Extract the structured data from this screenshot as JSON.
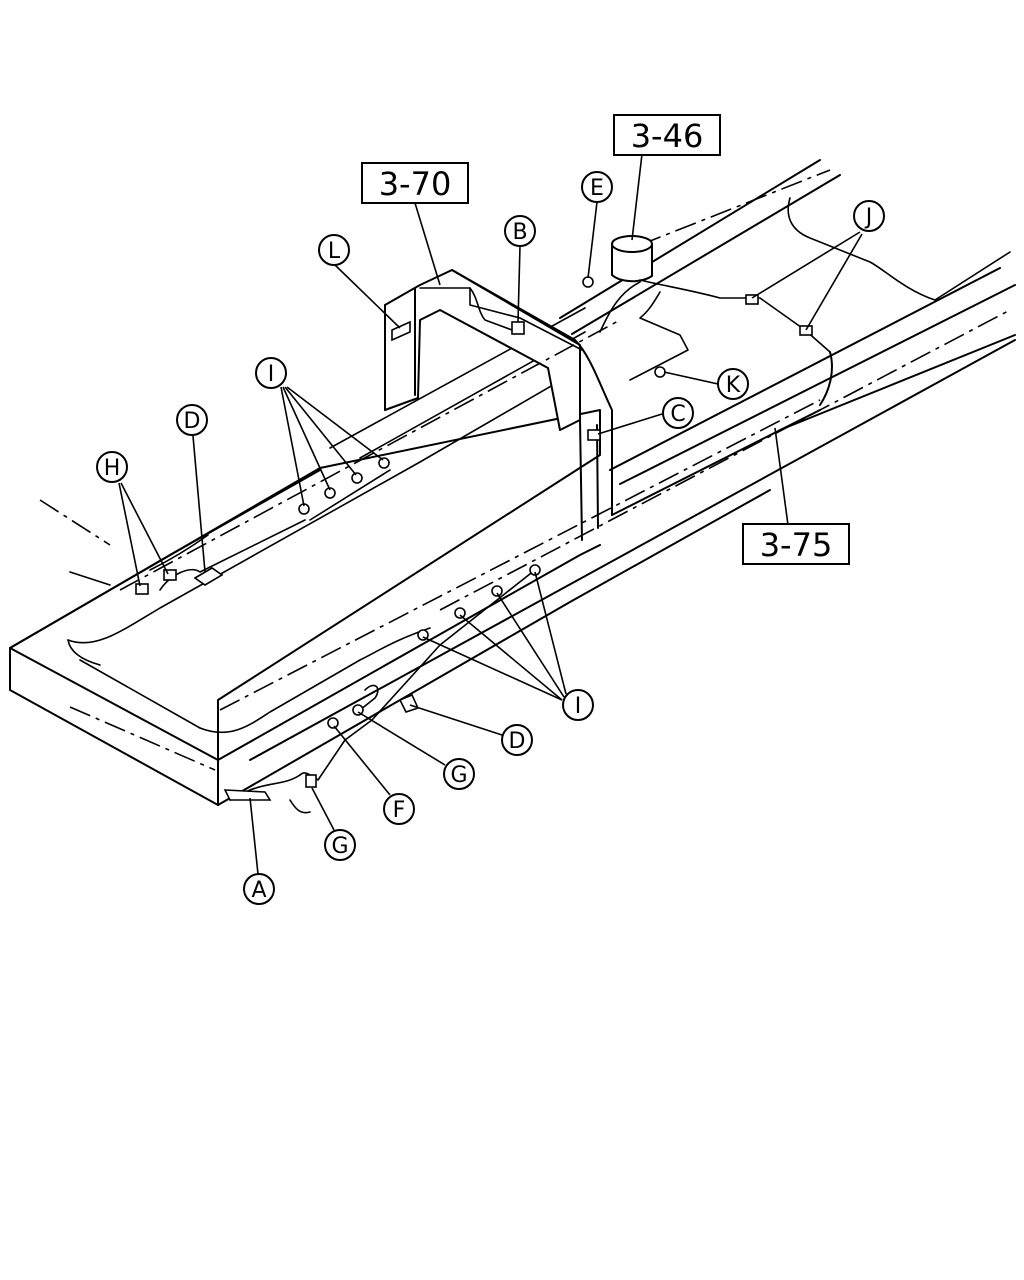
{
  "ref_boxes": [
    {
      "id": "r346",
      "text": "3-46"
    },
    {
      "id": "r370",
      "text": "3-70"
    },
    {
      "id": "r375",
      "text": "3-75"
    }
  ],
  "callouts": {
    "A": "A",
    "B": "B",
    "C": "C",
    "D": "D",
    "E": "E",
    "F": "F",
    "G": "G",
    "H": "H",
    "I": "I",
    "J": "J",
    "K": "K",
    "L": "L"
  }
}
